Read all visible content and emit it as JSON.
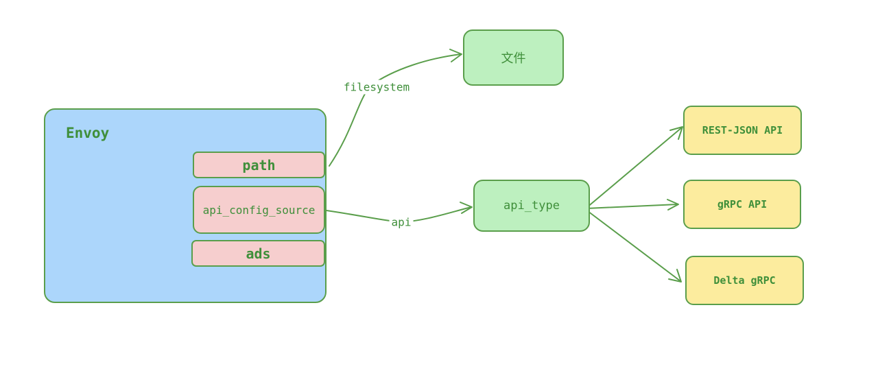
{
  "nodes": {
    "envoy": "Envoy",
    "path": "path",
    "api_config_source": "api_config_source",
    "ads": "ads",
    "file": "文件",
    "api_type": "api_type",
    "rest_json_api": "REST-JSON API",
    "grpc_api": "gRPC API",
    "delta_grpc": "Delta gRPC"
  },
  "edges": {
    "filesystem": "filesystem",
    "api": "api"
  },
  "colors": {
    "stroke": "#5a9e4b",
    "text": "#3f8f3a",
    "container_fill": "#acd6fb",
    "field_fill": "#f6cece",
    "target_fill": "#bdf0bf",
    "api_type_fill": "#fcec9e"
  }
}
